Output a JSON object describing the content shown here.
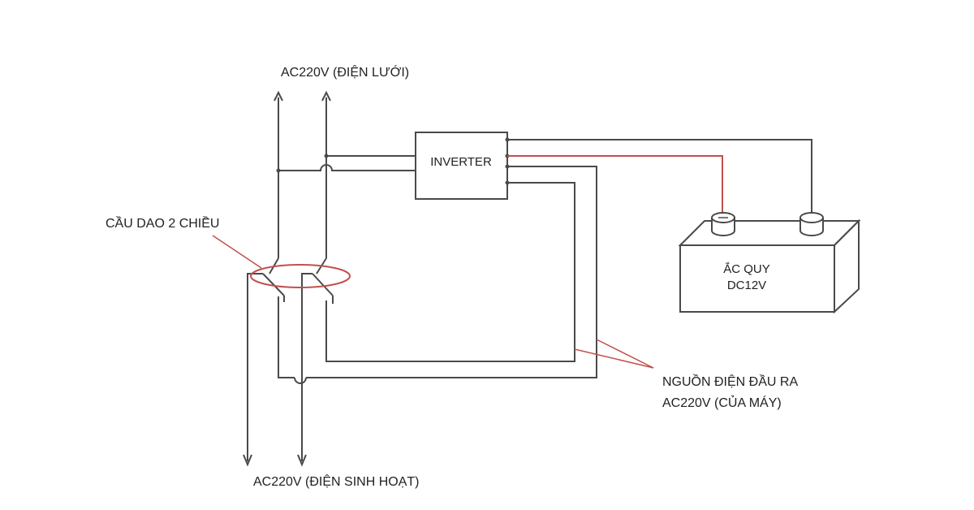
{
  "labels": {
    "grid_input": "AC220V (ĐIỆN LƯỚI)",
    "inverter": "INVERTER",
    "switch": "CẦU DAO 2 CHIỀU",
    "battery_line1": "ẮC QUY",
    "battery_line2": "DC12V",
    "output_line1": "NGUỒN ĐIỆN ĐẦU RA",
    "output_line2": "AC220V (CỦA MÁY)",
    "household": "AC220V (ĐIỆN SINH HOẠT)"
  },
  "colors": {
    "wire": "#4a4a4a",
    "positive_wire": "#c0504d",
    "annotation": "#c0504d"
  }
}
